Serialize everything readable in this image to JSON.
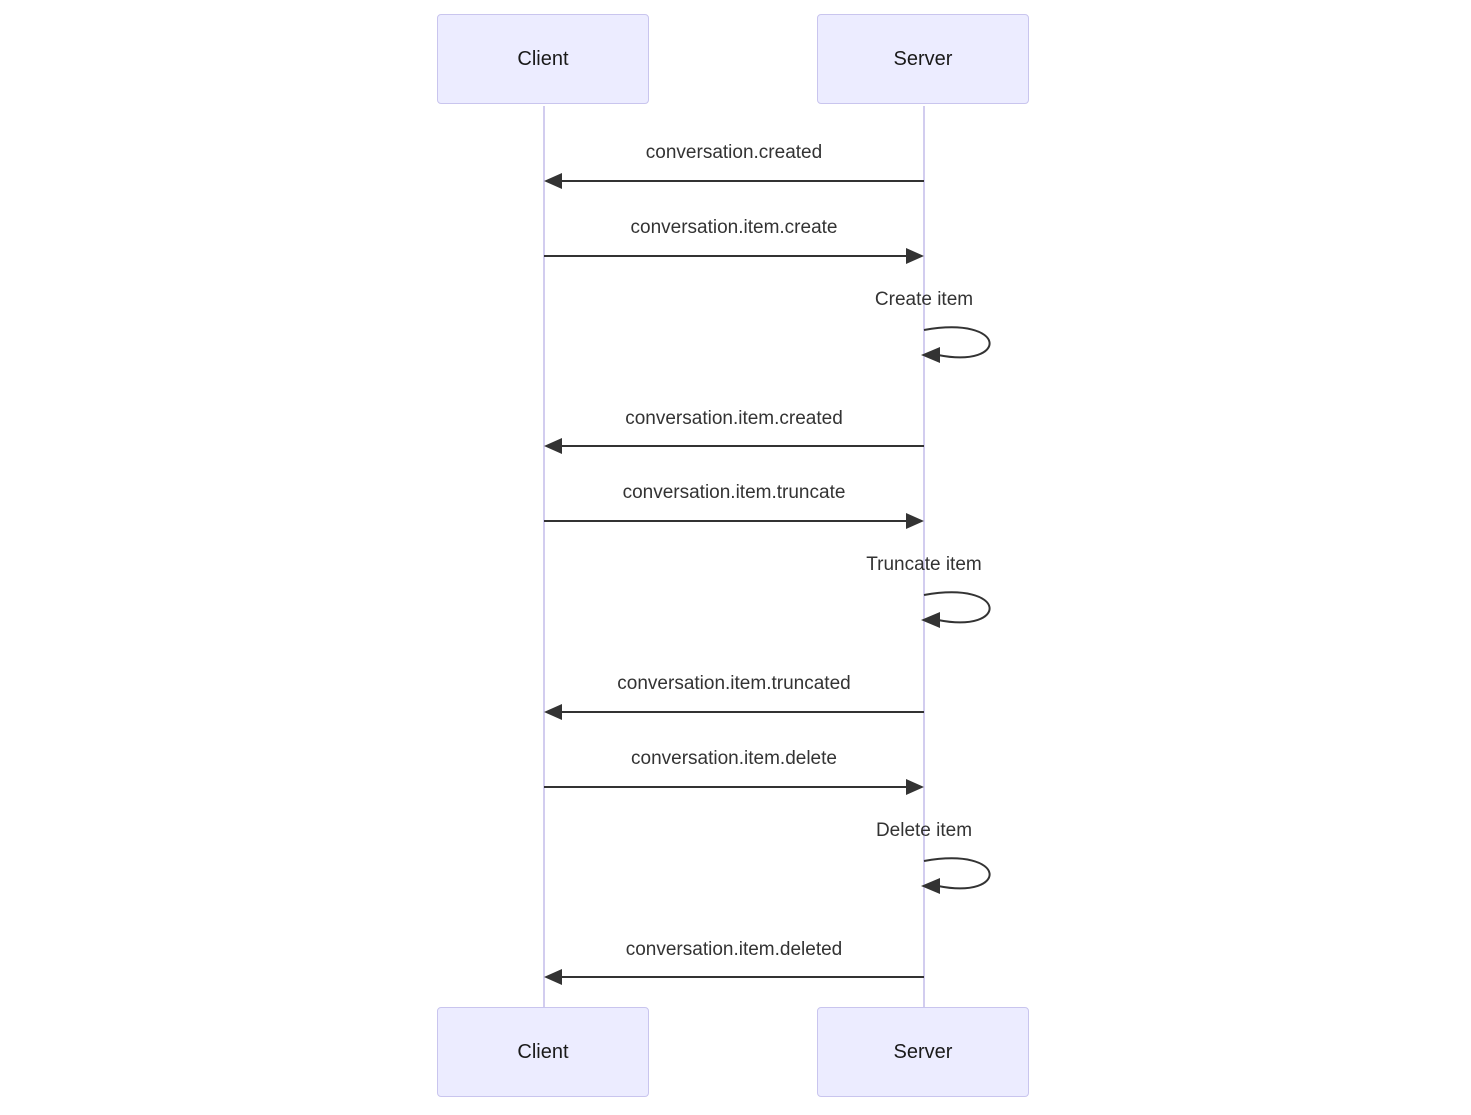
{
  "diagram": {
    "type": "sequence-diagram",
    "background": "#ffffff",
    "colors": {
      "actor_fill": "#ECECFF",
      "actor_border": "#C9C5EE",
      "lifeline": "#D2CDEF",
      "arrow": "#333333",
      "message_text": "#333333",
      "actor_text": "#1A1A1A"
    },
    "actors": [
      {
        "id": "client",
        "name": "Client"
      },
      {
        "id": "server",
        "name": "Server"
      }
    ],
    "messages": [
      {
        "index": 0,
        "kind": "arrow",
        "from": "server",
        "to": "client",
        "label": "conversation.created"
      },
      {
        "index": 1,
        "kind": "arrow",
        "from": "client",
        "to": "server",
        "label": "conversation.item.create"
      },
      {
        "index": 2,
        "kind": "self-loop",
        "from": "server",
        "to": "server",
        "label": "Create item"
      },
      {
        "index": 3,
        "kind": "arrow",
        "from": "server",
        "to": "client",
        "label": "conversation.item.created"
      },
      {
        "index": 4,
        "kind": "arrow",
        "from": "client",
        "to": "server",
        "label": "conversation.item.truncate"
      },
      {
        "index": 5,
        "kind": "self-loop",
        "from": "server",
        "to": "server",
        "label": "Truncate item"
      },
      {
        "index": 6,
        "kind": "arrow",
        "from": "server",
        "to": "client",
        "label": "conversation.item.truncated"
      },
      {
        "index": 7,
        "kind": "arrow",
        "from": "client",
        "to": "server",
        "label": "conversation.item.delete"
      },
      {
        "index": 8,
        "kind": "self-loop",
        "from": "server",
        "to": "server",
        "label": "Delete item"
      },
      {
        "index": 9,
        "kind": "arrow",
        "from": "server",
        "to": "client",
        "label": "conversation.item.deleted"
      }
    ]
  }
}
